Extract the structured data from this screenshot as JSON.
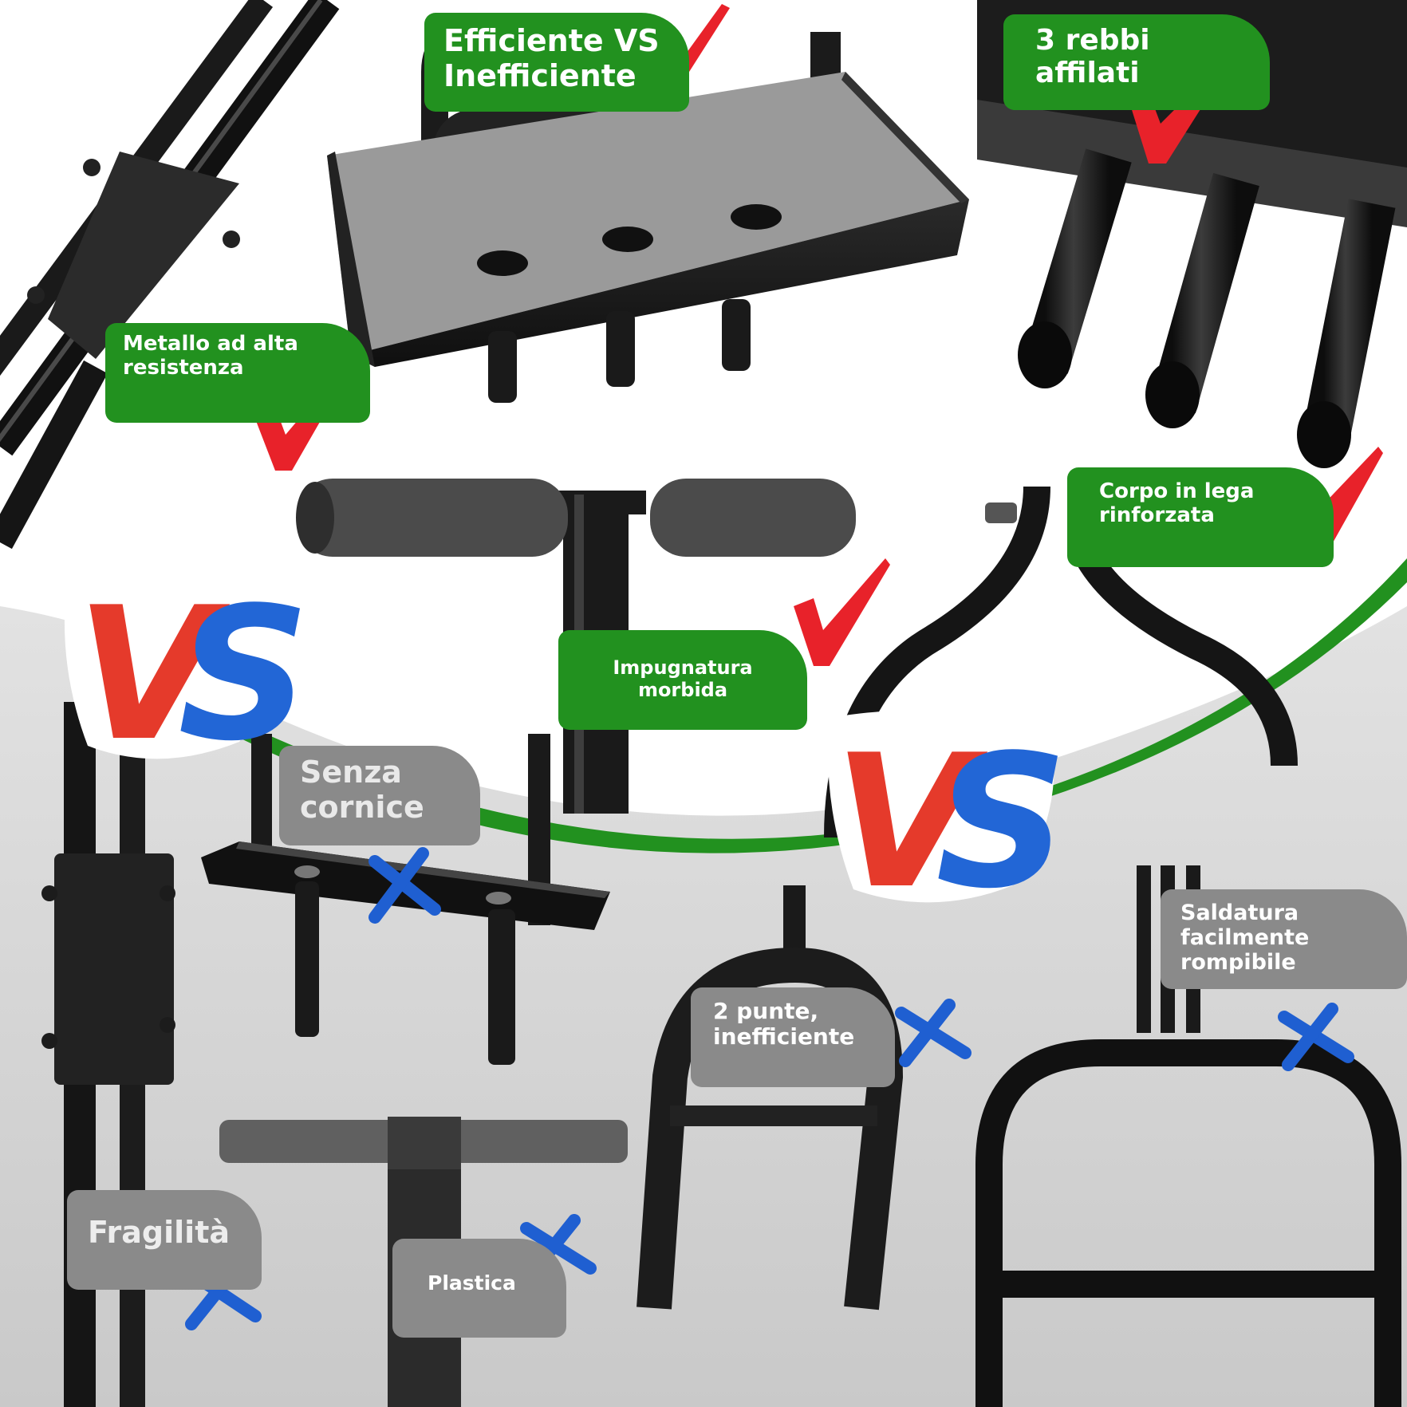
{
  "labels": {
    "efficiente": "Efficiente VS Inefficiente",
    "rebbi": "3 rebbi affilati",
    "metallo": "Metallo ad alta resistenza",
    "corpo": "Corpo in lega rinforzata",
    "impugnatura": "Impugnatura morbida",
    "senza_cornice": "Senza cornice",
    "saldatura": "Saldatura facilmente rompibile",
    "due_punte": "2 punte, inefficiente",
    "fragilita": "Fragilità",
    "plastica": "Plastica"
  },
  "vs_text": "VS",
  "colors": {
    "positive": "#22911f",
    "negative": "#8a8a8a",
    "check": "#e8222a",
    "cross": "#1f5fd1",
    "vs_red": "#e53a2b",
    "vs_blue": "#2266d6",
    "tool": "#1a1a1a"
  },
  "icons": [
    "check-icon",
    "cross-icon"
  ]
}
